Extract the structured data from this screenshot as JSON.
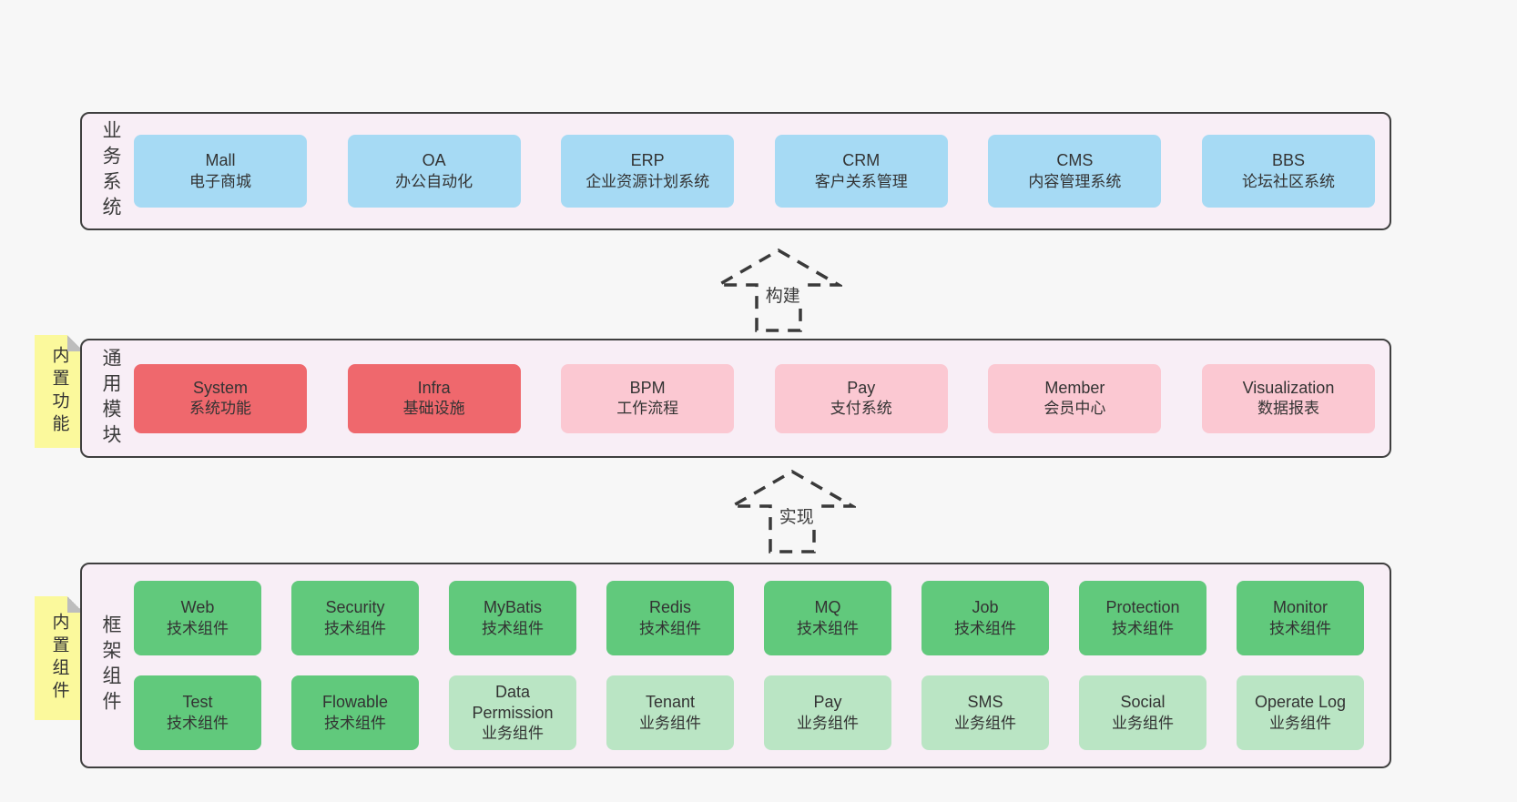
{
  "arrows": [
    {
      "label": "构建"
    },
    {
      "label": "实现"
    }
  ],
  "stickies": [
    {
      "label": "内置功能"
    },
    {
      "label": "内置组件"
    }
  ],
  "bands": [
    {
      "label": "业务系统",
      "boxes": [
        {
          "title": "Mall",
          "subtitle": "电子商城",
          "variant": "blue"
        },
        {
          "title": "OA",
          "subtitle": "办公自动化",
          "variant": "blue"
        },
        {
          "title": "ERP",
          "subtitle": "企业资源计划系统",
          "variant": "blue"
        },
        {
          "title": "CRM",
          "subtitle": "客户关系管理",
          "variant": "blue"
        },
        {
          "title": "CMS",
          "subtitle": "内容管理系统",
          "variant": "blue"
        },
        {
          "title": "BBS",
          "subtitle": "论坛社区系统",
          "variant": "blue"
        }
      ]
    },
    {
      "label": "通用模块",
      "boxes": [
        {
          "title": "System",
          "subtitle": "系统功能",
          "variant": "red"
        },
        {
          "title": "Infra",
          "subtitle": "基础设施",
          "variant": "red"
        },
        {
          "title": "BPM",
          "subtitle": "工作流程",
          "variant": "pink"
        },
        {
          "title": "Pay",
          "subtitle": "支付系统",
          "variant": "pink"
        },
        {
          "title": "Member",
          "subtitle": "会员中心",
          "variant": "pink"
        },
        {
          "title": "Visualization",
          "subtitle": "数据报表",
          "variant": "pink"
        }
      ]
    },
    {
      "label": "框架组件",
      "rows": [
        [
          {
            "title": "Web",
            "subtitle": "技术组件",
            "variant": "green"
          },
          {
            "title": "Security",
            "subtitle": "技术组件",
            "variant": "green"
          },
          {
            "title": "MyBatis",
            "subtitle": "技术组件",
            "variant": "green"
          },
          {
            "title": "Redis",
            "subtitle": "技术组件",
            "variant": "green"
          },
          {
            "title": "MQ",
            "subtitle": "技术组件",
            "variant": "green"
          },
          {
            "title": "Job",
            "subtitle": "技术组件",
            "variant": "green"
          },
          {
            "title": "Protection",
            "subtitle": "技术组件",
            "variant": "green"
          },
          {
            "title": "Monitor",
            "subtitle": "技术组件",
            "variant": "green"
          }
        ],
        [
          {
            "title": "Test",
            "subtitle": "技术组件",
            "variant": "green"
          },
          {
            "title": "Flowable",
            "subtitle": "技术组件",
            "variant": "green"
          },
          {
            "title": "Data Permission",
            "subtitle": "业务组件",
            "variant": "green-light"
          },
          {
            "title": "Tenant",
            "subtitle": "业务组件",
            "variant": "green-light"
          },
          {
            "title": "Pay",
            "subtitle": "业务组件",
            "variant": "green-light"
          },
          {
            "title": "SMS",
            "subtitle": "业务组件",
            "variant": "green-light"
          },
          {
            "title": "Social",
            "subtitle": "业务组件",
            "variant": "green-light"
          },
          {
            "title": "Operate Log",
            "subtitle": "业务组件",
            "variant": "green-light"
          }
        ]
      ]
    }
  ],
  "colors": {
    "background": "#f7f7f7",
    "band_fill": "#f8eef6",
    "band_border": "#3f3f3f",
    "blue": "#a6daf4",
    "red": "#ef686d",
    "pink": "#fbc8d2",
    "green": "#61c97c",
    "green_light": "#bae5c4",
    "sticky_yellow": "#fbf99c",
    "text": "#333333"
  }
}
